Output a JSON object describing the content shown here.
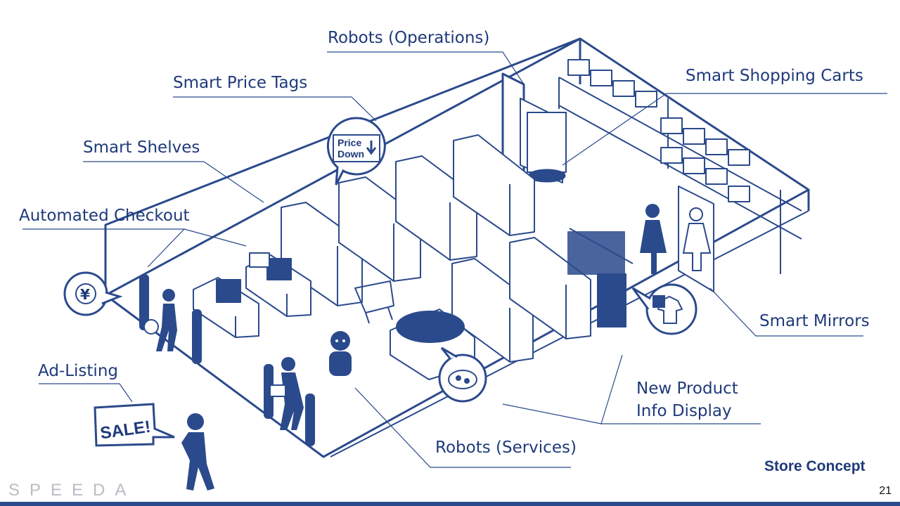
{
  "labels": {
    "robots_operations": "Robots (Operations)",
    "smart_price_tags": "Smart Price Tags",
    "smart_shopping_carts": "Smart Shopping Carts",
    "smart_shelves": "Smart Shelves",
    "automated_checkout": "Automated Checkout",
    "smart_mirrors": "Smart Mirrors",
    "ad_listing": "Ad-Listing",
    "new_product_line1": "New Product",
    "new_product_line2": "Info Display",
    "robots_services": "Robots (Services)"
  },
  "icons": {
    "price_tag_line1": "Price",
    "price_tag_line2": "Down",
    "yen": "¥",
    "sale": "SALE!"
  },
  "footer": {
    "title": "Store Concept",
    "page_number": "21",
    "brand": "SPEEDA"
  },
  "colors": {
    "navy": "#1f3a7a",
    "line": "#2b4a8c"
  }
}
